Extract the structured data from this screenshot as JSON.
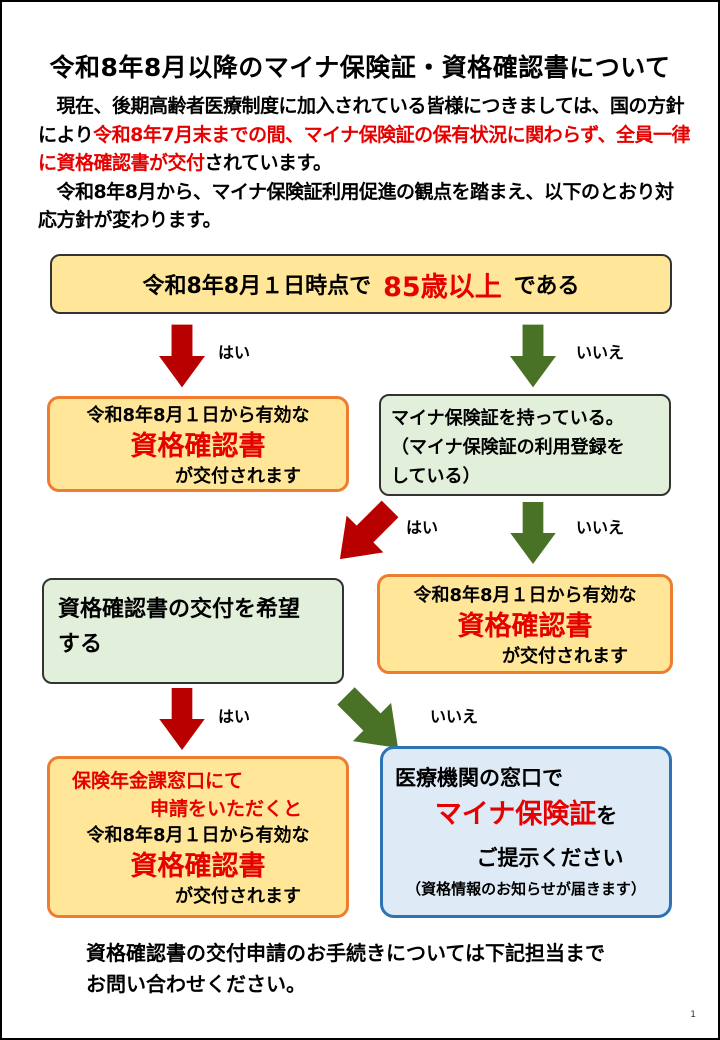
{
  "title": "令和8年8月以降のマイナ保険証・資格確認書について",
  "intro": {
    "p1_before": "　現在、後期高齢者医療制度に加入されている皆様につきましては、国の方針により",
    "p1_red": "令和8年7月末までの間、マイナ保険証の保有状況に関わらず、全員一律に資格確認書が交付",
    "p1_after": "されています。",
    "p2": "　令和8年8月から、マイナ保険証利用促進の観点を踏まえ、以下のとおり対応方針が変わります。"
  },
  "flowchart": {
    "top_box": {
      "before": "令和8年8月１日時点で",
      "highlight": "85歳以上",
      "after": "である"
    },
    "labels": {
      "yes": "はい",
      "no": "いいえ"
    },
    "issued_box": {
      "line1": "令和8年8月１日から有効な",
      "line2": "資格確認書",
      "line3": "が交付されます"
    },
    "has_card_box": {
      "line1": "マイナ保険証を持っている。",
      "line2": "（マイナ保険証の利用登録を",
      "line3": "している）"
    },
    "wish_box": {
      "text": "資格確認書の交付を希望する"
    },
    "apply_box": {
      "line1": "保険年金課窓口にて",
      "line2": "申請をいただくと",
      "line3": "令和8年8月１日から有効な",
      "line4": "資格確認書",
      "line5": "が交付されます"
    },
    "hospital_box": {
      "line1": "医療機関の窓口で",
      "line2_red": "マイナ保険証",
      "line2_black": "を",
      "line3": "ご提示ください",
      "line4": "（資格情報のお知らせが届きます）"
    }
  },
  "footer": {
    "line1": "資格確認書の交付申請のお手続きについては下記担当まで",
    "line2": "お問い合わせください。"
  },
  "page_number": "1",
  "colors": {
    "red_text": "#e60000",
    "arrow_red": "#b90000",
    "arrow_green": "#4a7227",
    "yellow_fill": "#ffe699",
    "orange_border": "#ed7d31",
    "green_fill": "#e2efda",
    "blue_fill": "#deebf7",
    "blue_border": "#2e74b5"
  }
}
